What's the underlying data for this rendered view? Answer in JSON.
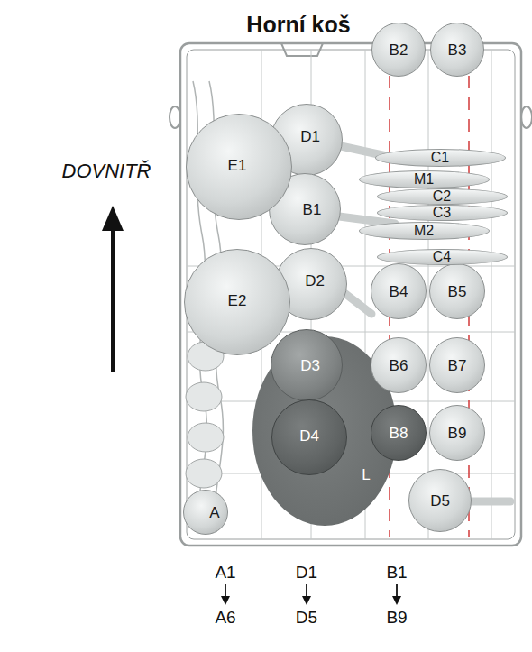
{
  "diagram": {
    "title": "Horní koš",
    "nodes": [
      {
        "text": [
          "B2"
        ]
      },
      {
        "text": [
          "B3"
        ]
      },
      {
        "text": [
          "D1"
        ]
      },
      {
        "text": [
          "C1"
        ]
      },
      {
        "text": [
          "E1"
        ]
      },
      {
        "text": [
          "M1"
        ]
      },
      {
        "text": [
          "C2"
        ]
      },
      {
        "text": [
          "C3"
        ]
      },
      {
        "text": [
          "B1"
        ]
      },
      {
        "text": [
          "M2"
        ]
      },
      {
        "text": [
          "C4"
        ]
      },
      {
        "text": [
          "D2"
        ]
      },
      {
        "text": [
          "B4"
        ]
      },
      {
        "text": [
          "B5"
        ]
      },
      {
        "text": [
          "E2"
        ]
      },
      {
        "text": [
          "D3"
        ]
      },
      {
        "text": [
          "B6"
        ]
      },
      {
        "text": [
          "B7"
        ]
      },
      {
        "text": [
          "L"
        ]
      },
      {
        "text": [
          "D4"
        ]
      },
      {
        "text": [
          "B8"
        ]
      },
      {
        "text": [
          "B9"
        ]
      },
      {
        "text": [
          "D5"
        ]
      },
      {
        "text": [
          "A"
        ]
      }
    ],
    "labels": [
      "DOVNITŘ",
      "A1",
      "D1",
      "B1",
      "A6",
      "D5",
      "B9"
    ]
  }
}
